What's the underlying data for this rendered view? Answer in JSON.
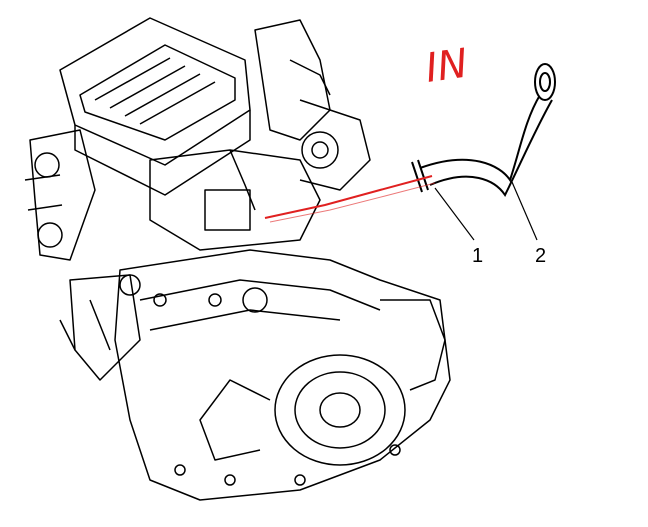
{
  "annotation": {
    "text": "IN",
    "color": "#e02020"
  },
  "callouts": [
    {
      "id": "1",
      "label": "1"
    },
    {
      "id": "2",
      "label": "2"
    }
  ],
  "colors": {
    "line": "#000000",
    "annotation_line": "#e02020",
    "background": "#ffffff"
  }
}
